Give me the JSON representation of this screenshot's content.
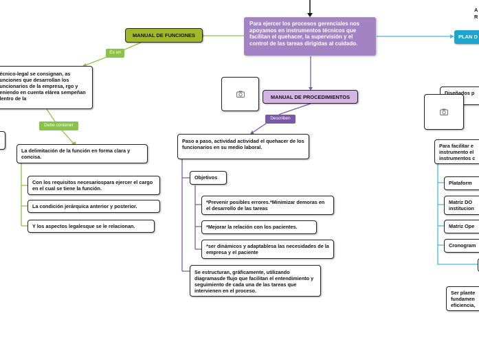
{
  "colors": {
    "center": "#a383c4",
    "manual_funciones": "#a3b72d",
    "manual_procedimientos": "#d3b4e3",
    "plan": "#1fa4ce",
    "green_link": "#8bc34a",
    "purple_link": "#7a5aa8",
    "blue_link": "#45b8e0"
  },
  "center": {
    "text": "Para ejercer los procesos gerenciales nos apoyamos en instrumentos técnicos que facilitan el quehacer, la supervisión y el control de las tareas dirigidas al cuidado."
  },
  "top_right": {
    "line1": "A",
    "line2": "R"
  },
  "manual_funciones": {
    "title": "MANUAL DE FUNCIONES",
    "link_label": "Es un",
    "definition": "técnico-legal se consignan, as funciones que desarrollan los funcionarios de la empresa, rgo y teniendo en cuenta elárea sempeñan dentro de la",
    "link_label2": "Debe contener",
    "item1": "La delimitación de la función en forma clara y concisa.",
    "items": [
      "Con los requisitos necesariospara ejercer el cargo en el cual se tiene la función.",
      "La condición jerárquica anterior y posterior.",
      "Y los aspectos legalesque se le relacionan."
    ]
  },
  "manual_procedimientos": {
    "title": "MANUAL DE PROCEDIMIENTOS",
    "link_label": "Describen",
    "step": "Paso a paso, actividad actividad el quehacer de los funcionarios en su medio laboral.",
    "objetivos": "Objetivos",
    "objectives": [
      "*Prevenir posibles errores.*Minimizar demoras en el desarrollo de las tareas",
      "*Mejorar la relación con los pacientes.",
      "*ser dinámicos y adaptablesa las necesidades de la empresa y el paciente"
    ],
    "structure": "Se estructuran, gráficamente, utilizando diagramasde flujo que facilitan el entendimiento y seguimiento de cada una de las tareas que intervienen en el proceso."
  },
  "plan": {
    "title": "PLAN D",
    "designed": "Diseñados p ación o",
    "facilitate": "Para facilitar e instrumento el instrumentos c",
    "items": [
      "Plataform",
      "Matriz DO institucion",
      "Matriz Ope",
      "Cronogram"
    ],
    "bottom": "Ser plante fundamen eficiencia,"
  },
  "icons": [
    "camera-icon",
    "camera-icon",
    "camera-icon"
  ]
}
